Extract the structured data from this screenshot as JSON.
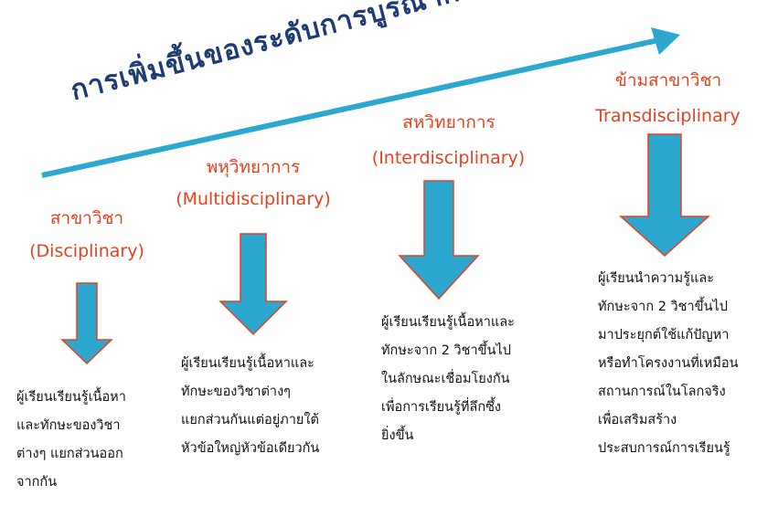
{
  "title": "การเพิ่มขึ้นของระดับการบูรณาการ",
  "colors": {
    "title": "#1f3b73",
    "heading": "#e8401c",
    "arrow_fill": "#2ba7d0",
    "arrow_stroke": "#e8401c",
    "main_arrow": "#2ba7d0",
    "text": "#111111"
  },
  "levels": [
    {
      "name_th": "สาขาวิชา",
      "name_en": "(Disciplinary)",
      "description": [
        "ผู้เรียนเรียนรู้เนื้อหา",
        "และทักษะของวิชา",
        "ต่างๆ แยกส่วนออก",
        "จากกัน"
      ]
    },
    {
      "name_th": "พหุวิทยาการ",
      "name_en": "(Multidisciplinary)",
      "description": [
        "ผู้เรียนเรียนรู้เนื้อหาและ",
        "ทักษะของวิชาต่างๆ",
        "แยกส่วนกันแต่อยู่ภายใต้",
        "หัวข้อใหญ่หัวข้อเดียวกัน"
      ]
    },
    {
      "name_th": "สหวิทยาการ",
      "name_en": "(Interdisciplinary)",
      "description": [
        "ผู้เรียนเรียนรู้เนื้อหาและ",
        "ทักษะจาก 2 วิชาขึ้นไป",
        "ในลักษณะเชื่อมโยงกัน",
        "เพื่อการเรียนรู้ที่ลึกซึ้ง",
        "ยิ่งขึ้น"
      ]
    },
    {
      "name_th": "ข้ามสาขาวิชา",
      "name_en": "Transdisciplinary",
      "description": [
        "ผู้เรียนนำความรู้และ",
        "ทักษะจาก 2 วิชาขึ้นไป",
        "มาประยุกต์ใช้แก้ปัญหา",
        "หรือทำโครงงานที่เหมือน",
        "สถานการณ์ในโลกจริง",
        "เพื่อเสริมสร้าง",
        "ประสบการณ์การเรียนรู้"
      ]
    }
  ]
}
